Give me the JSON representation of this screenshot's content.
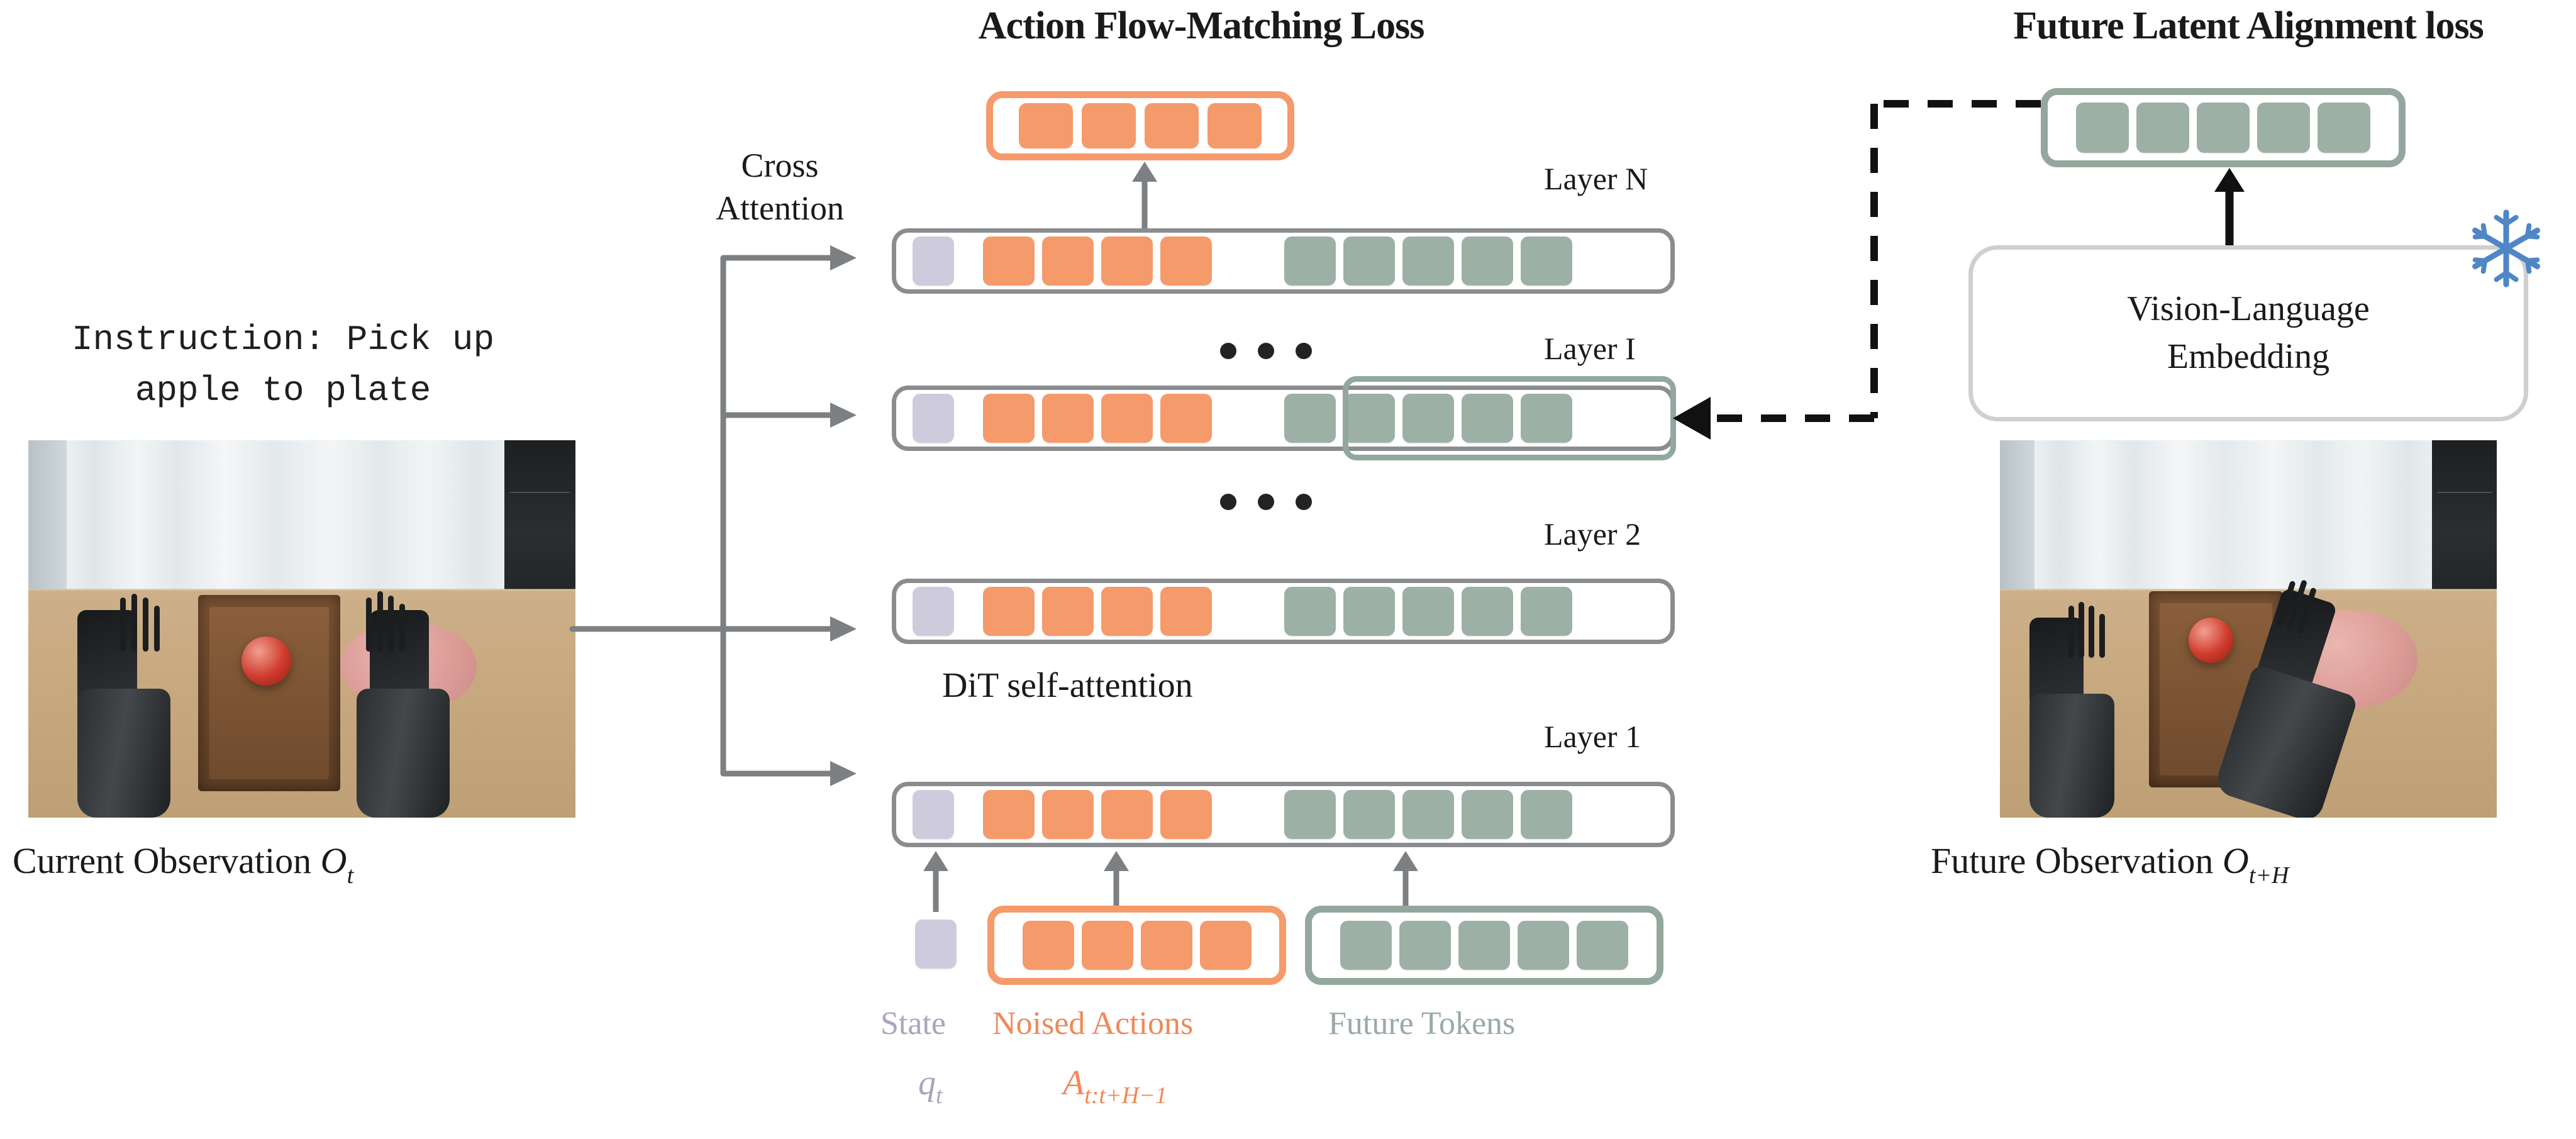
{
  "titles": {
    "left_section": "Action Flow-Matching Loss",
    "right_section": "Future Latent Alignment loss"
  },
  "left_panel": {
    "instruction": "Instruction: Pick up\napple to plate",
    "caption_text": "Current Observation",
    "caption_symbol": "O",
    "caption_subscript": "t",
    "photo_alt": "robot arms at table with wooden tray, red apple and pink plate"
  },
  "right_panel": {
    "caption_text": "Future Observation",
    "caption_symbol": "O",
    "caption_subscript": "t+H",
    "vlm_label": "Vision-Language\nEmbedding",
    "frozen_icon": "snowflake-icon",
    "photo_alt": "robot gripper holding apple above wooden tray next to pink plate"
  },
  "diagram": {
    "cross_attention_label": "Cross\nAttention",
    "self_attention_label": "DiT self-attention",
    "ellipsis_glyph": "• • •",
    "layers": [
      {
        "name": "Layer N",
        "state_tokens": 1,
        "action_tokens": 4,
        "future_tokens": 5,
        "highlight_future": false
      },
      {
        "name": "Layer I",
        "state_tokens": 1,
        "action_tokens": 4,
        "future_tokens": 5,
        "highlight_future": true
      },
      {
        "name": "Layer 2",
        "state_tokens": 1,
        "action_tokens": 4,
        "future_tokens": 5,
        "highlight_future": false
      },
      {
        "name": "Layer 1",
        "state_tokens": 1,
        "action_tokens": 4,
        "future_tokens": 5,
        "highlight_future": false
      }
    ],
    "output_group": {
      "tokens": 4,
      "color_role": "action"
    },
    "vl_token_group": {
      "tokens": 5,
      "color_role": "future"
    },
    "input_groups": {
      "state": {
        "tokens": 1,
        "label": "State",
        "symbol": "q",
        "subscript": "t"
      },
      "actions": {
        "tokens": 4,
        "label": "Noised Actions",
        "symbol": "A",
        "subscript": "t:t+H−1"
      },
      "future": {
        "tokens": 5,
        "label": "Future Tokens"
      }
    }
  },
  "colors": {
    "action_orange": "#f59a6a",
    "future_sage": "#9cb0a6",
    "state_purple": "#cecbdd",
    "layer_border_gray": "#8a8d8f",
    "snowflake_blue": "#4f86c6",
    "arrow_gray": "#7d8082",
    "dashed_black": "#111111",
    "text_black": "#1a1a1a"
  }
}
